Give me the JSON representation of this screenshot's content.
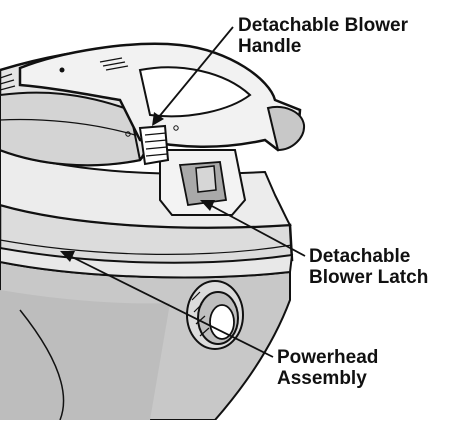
{
  "image": {
    "type": "technical-illustration",
    "subject": "wet/dry vacuum top with detachable blower",
    "style": "black line art, grey shading"
  },
  "callouts": [
    {
      "id": "handle",
      "lines": [
        "Detachable Blower",
        "Handle"
      ]
    },
    {
      "id": "latch",
      "lines": [
        "Detachable",
        "Blower Latch"
      ]
    },
    {
      "id": "powerhead",
      "lines": [
        "Powerhead",
        "Assembly"
      ]
    }
  ],
  "colors": {
    "ink": "#111111",
    "shade_light": "#dcdcdc",
    "shade_mid": "#c8c8c8",
    "shade_dark": "#a9a9a9",
    "background": "#ffffff"
  }
}
